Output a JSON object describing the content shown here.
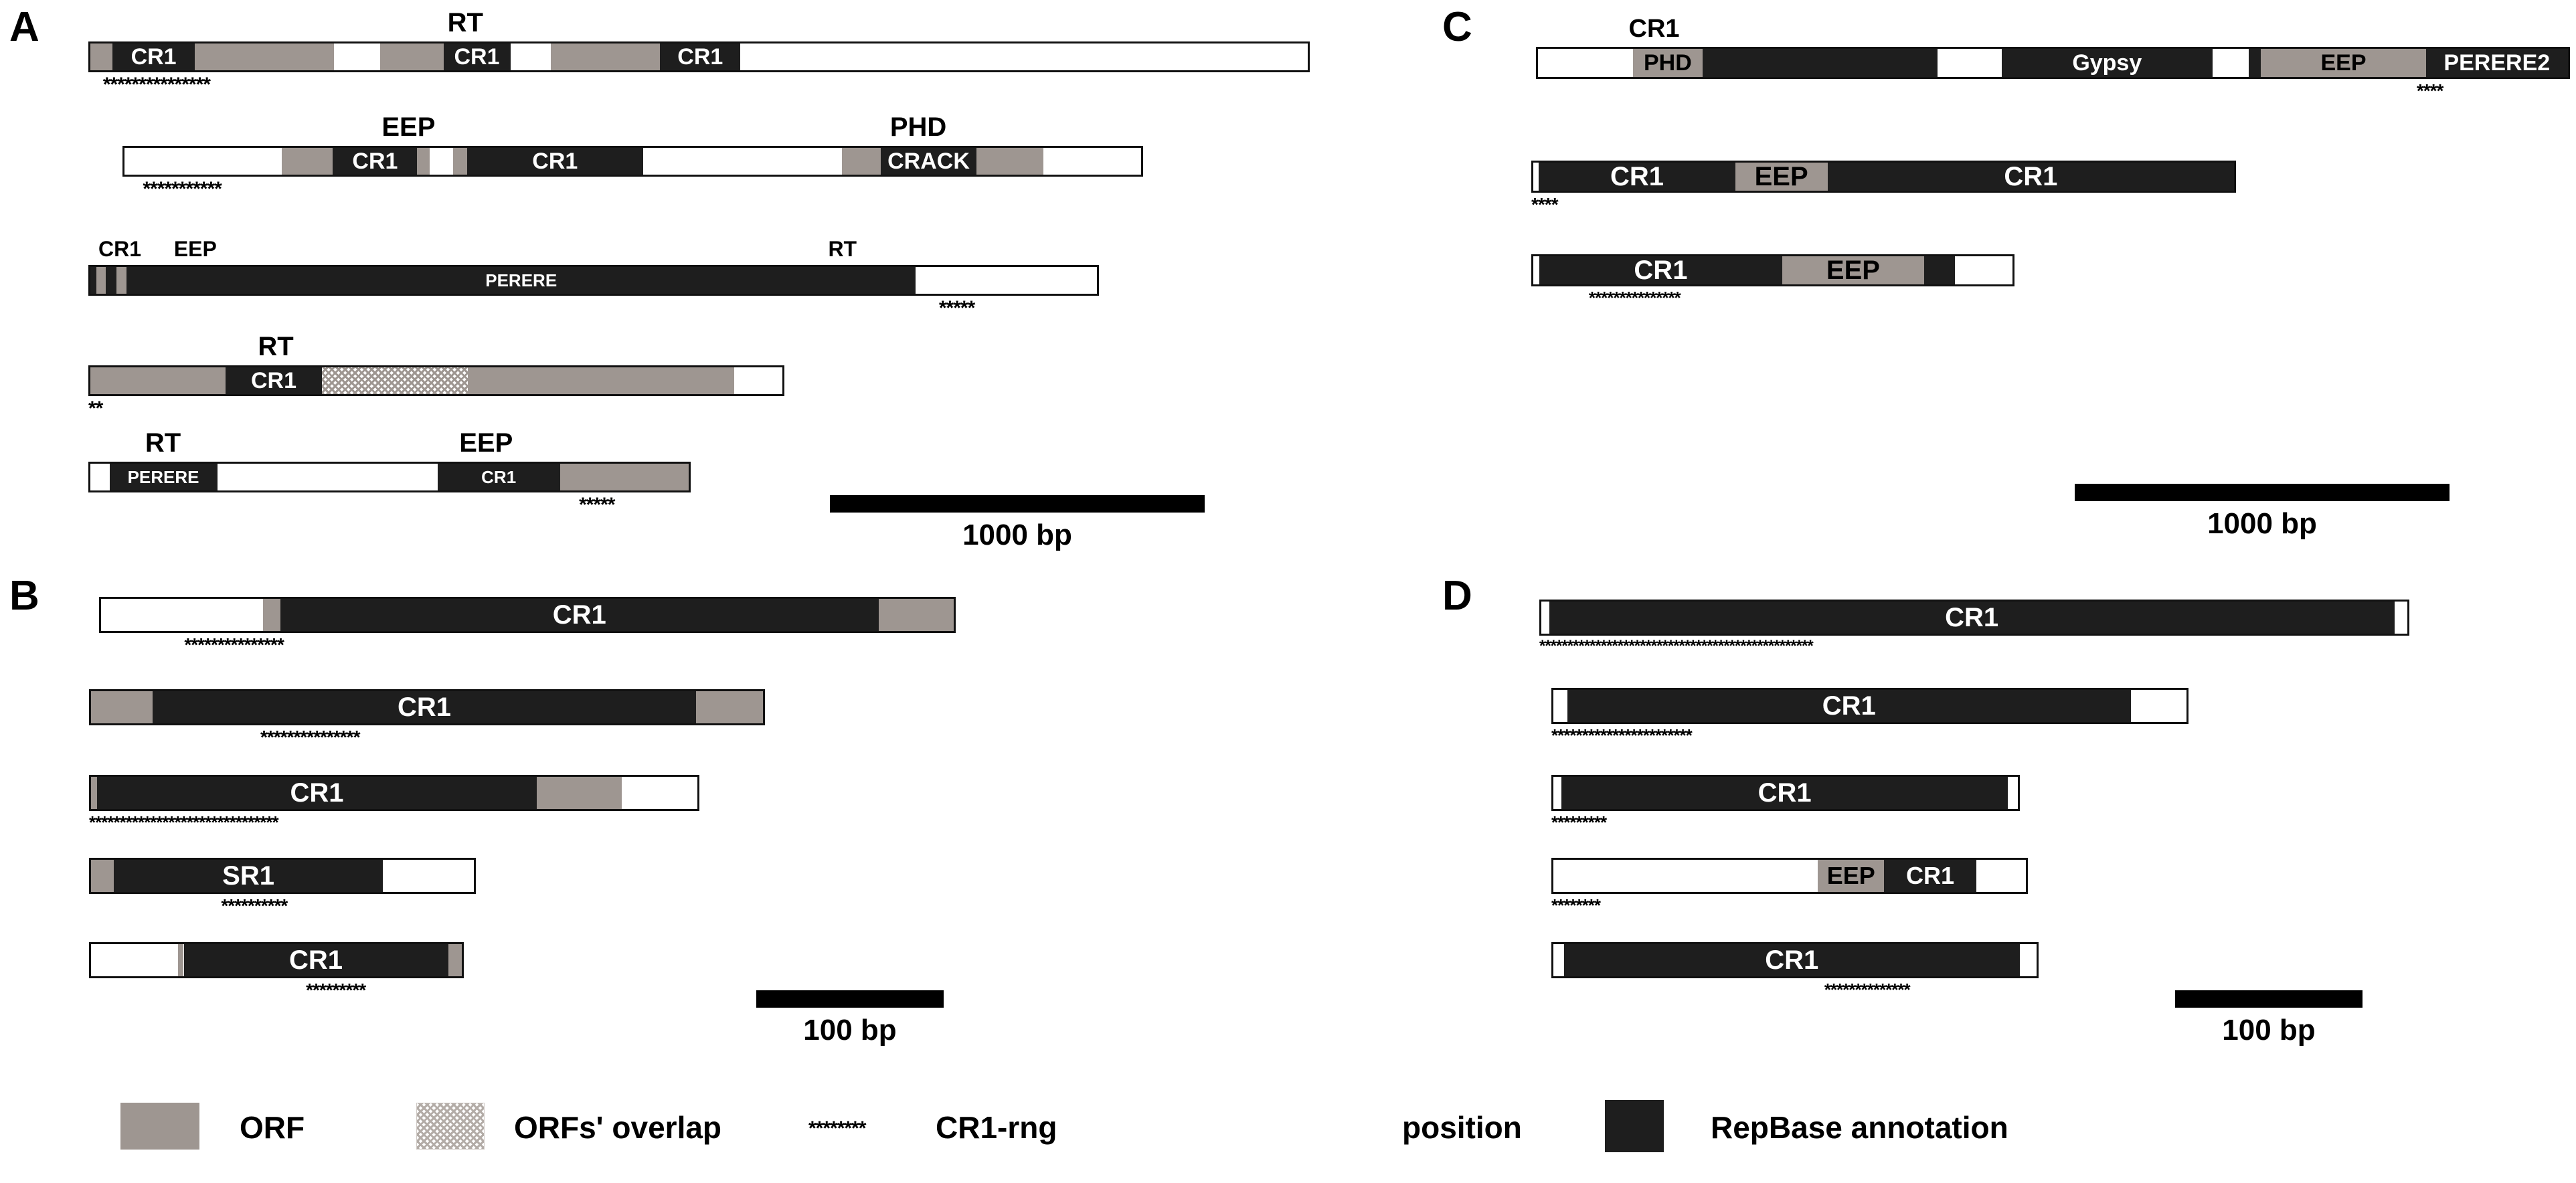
{
  "figure": {
    "type": "genomic-element-structure-diagram",
    "panels": [
      {
        "id": "A",
        "letter": "A",
        "scale": {
          "label": "1000 bp"
        },
        "elements": [
          {
            "name": "A-row-1",
            "domains": [
              {
                "label": "RT",
                "pos": 0.295
              }
            ],
            "segments": [
              {
                "kind": "gray",
                "start": 0.0,
                "end": 0.018,
                "label": ""
              },
              {
                "kind": "black",
                "start": 0.018,
                "end": 0.086,
                "label": "CR1"
              },
              {
                "kind": "gray",
                "start": 0.086,
                "end": 0.2,
                "label": ""
              },
              {
                "kind": "white",
                "start": 0.2,
                "end": 0.238,
                "label": ""
              },
              {
                "kind": "gray",
                "start": 0.238,
                "end": 0.29,
                "label": ""
              },
              {
                "kind": "black",
                "start": 0.29,
                "end": 0.345,
                "label": "CR1"
              },
              {
                "kind": "white",
                "start": 0.345,
                "end": 0.378,
                "label": ""
              },
              {
                "kind": "gray",
                "start": 0.378,
                "end": 0.468,
                "label": ""
              },
              {
                "kind": "black",
                "start": 0.468,
                "end": 0.534,
                "label": "CR1"
              },
              {
                "kind": "white",
                "start": 0.534,
                "end": 1.0,
                "label": ""
              }
            ],
            "stars": {
              "count": 15,
              "start": 0.012
            }
          },
          {
            "name": "A-row-2",
            "domains": [
              {
                "label": "EEP",
                "pos": 0.255
              },
              {
                "label": "PHD",
                "pos": 0.755
              }
            ],
            "segments": [
              {
                "kind": "white",
                "start": 0.0,
                "end": 0.155,
                "label": ""
              },
              {
                "kind": "gray",
                "start": 0.155,
                "end": 0.205,
                "label": ""
              },
              {
                "kind": "black",
                "start": 0.205,
                "end": 0.288,
                "label": "CR1"
              },
              {
                "kind": "gray",
                "start": 0.288,
                "end": 0.3,
                "label": ""
              },
              {
                "kind": "white",
                "start": 0.3,
                "end": 0.323,
                "label": ""
              },
              {
                "kind": "gray",
                "start": 0.323,
                "end": 0.337,
                "label": ""
              },
              {
                "kind": "black",
                "start": 0.337,
                "end": 0.51,
                "label": "CR1"
              },
              {
                "kind": "white",
                "start": 0.51,
                "end": 0.706,
                "label": ""
              },
              {
                "kind": "gray",
                "start": 0.706,
                "end": 0.744,
                "label": ""
              },
              {
                "kind": "black",
                "start": 0.744,
                "end": 0.838,
                "label": "CRACK"
              },
              {
                "kind": "gray",
                "start": 0.838,
                "end": 0.904,
                "label": ""
              },
              {
                "kind": "white",
                "start": 0.904,
                "end": 1.0,
                "label": ""
              }
            ],
            "stars": {
              "count": 11,
              "start": 0.02
            }
          },
          {
            "name": "A-row-3",
            "domains": [
              {
                "label": "CR1",
                "pos": 0.01
              },
              {
                "label": "EEP",
                "pos": 0.085
              },
              {
                "label": "RT",
                "pos": 0.735
              }
            ],
            "segments": [
              {
                "kind": "black",
                "start": 0.0,
                "end": 0.006,
                "label": ""
              },
              {
                "kind": "gray",
                "start": 0.006,
                "end": 0.015,
                "label": ""
              },
              {
                "kind": "black",
                "start": 0.015,
                "end": 0.026,
                "label": ""
              },
              {
                "kind": "gray",
                "start": 0.026,
                "end": 0.036,
                "label": ""
              },
              {
                "kind": "black",
                "start": 0.036,
                "end": 0.82,
                "label": "PERERE"
              },
              {
                "kind": "white",
                "start": 0.82,
                "end": 1.0,
                "label": ""
              }
            ],
            "stars": {
              "count": 5,
              "start": 0.845
            }
          },
          {
            "name": "A-row-4",
            "domains": [
              {
                "label": "RT",
                "pos": 0.245
              }
            ],
            "segments": [
              {
                "kind": "gray",
                "start": 0.0,
                "end": 0.195,
                "label": ""
              },
              {
                "kind": "black",
                "start": 0.195,
                "end": 0.335,
                "label": "CR1"
              },
              {
                "kind": "hatch",
                "start": 0.335,
                "end": 0.545,
                "label": ""
              },
              {
                "kind": "gray",
                "start": 0.545,
                "end": 0.93,
                "label": ""
              },
              {
                "kind": "white",
                "start": 0.93,
                "end": 1.0,
                "label": ""
              }
            ],
            "stars": {
              "count": 2,
              "start": 0.0
            }
          },
          {
            "name": "A-row-5",
            "domains": [
              {
                "label": "RT",
                "pos": 0.095
              },
              {
                "label": "EEP",
                "pos": 0.62
              }
            ],
            "segments": [
              {
                "kind": "white",
                "start": 0.0,
                "end": 0.032,
                "label": ""
              },
              {
                "kind": "black",
                "start": 0.032,
                "end": 0.212,
                "label": "PERERE"
              },
              {
                "kind": "white",
                "start": 0.212,
                "end": 0.58,
                "label": ""
              },
              {
                "kind": "black",
                "start": 0.58,
                "end": 0.785,
                "label": "CR1"
              },
              {
                "kind": "gray",
                "start": 0.785,
                "end": 1.0,
                "label": ""
              }
            ],
            "stars": {
              "count": 5,
              "start": 0.82
            }
          }
        ]
      },
      {
        "id": "B",
        "letter": "B",
        "scale": {
          "label": "100 bp"
        },
        "elements": [
          {
            "name": "B-row-1",
            "domains": [],
            "segments": [
              {
                "kind": "white",
                "start": 0.0,
                "end": 0.19,
                "label": ""
              },
              {
                "kind": "gray",
                "start": 0.19,
                "end": 0.21,
                "label": ""
              },
              {
                "kind": "black",
                "start": 0.21,
                "end": 0.912,
                "label": "CR1"
              },
              {
                "kind": "gray",
                "start": 0.912,
                "end": 1.0,
                "label": ""
              }
            ],
            "stars": {
              "count": 15,
              "start": 0.1
            }
          },
          {
            "name": "B-row-2",
            "domains": [],
            "segments": [
              {
                "kind": "gray",
                "start": 0.0,
                "end": 0.092,
                "label": ""
              },
              {
                "kind": "black",
                "start": 0.092,
                "end": 0.9,
                "label": "CR1"
              },
              {
                "kind": "gray",
                "start": 0.9,
                "end": 1.0,
                "label": ""
              }
            ],
            "stars": {
              "count": 15,
              "start": 0.255
            }
          },
          {
            "name": "B-row-3",
            "domains": [],
            "segments": [
              {
                "kind": "gray",
                "start": 0.0,
                "end": 0.01,
                "label": ""
              },
              {
                "kind": "black",
                "start": 0.01,
                "end": 0.735,
                "label": "CR1"
              },
              {
                "kind": "gray",
                "start": 0.735,
                "end": 0.875,
                "label": ""
              },
              {
                "kind": "white",
                "start": 0.875,
                "end": 1.0,
                "label": ""
              }
            ],
            "stars": {
              "count": 31,
              "start": 0.0
            }
          },
          {
            "name": "B-row-4",
            "domains": [],
            "segments": [
              {
                "kind": "gray",
                "start": 0.0,
                "end": 0.06,
                "label": ""
              },
              {
                "kind": "black",
                "start": 0.06,
                "end": 0.762,
                "label": "SR1"
              },
              {
                "kind": "white",
                "start": 0.762,
                "end": 1.0,
                "label": ""
              }
            ],
            "stars": {
              "count": 10,
              "start": 0.345
            }
          },
          {
            "name": "B-row-5",
            "domains": [],
            "segments": [
              {
                "kind": "white",
                "start": 0.0,
                "end": 0.235,
                "label": ""
              },
              {
                "kind": "gray",
                "start": 0.235,
                "end": 0.25,
                "label": ""
              },
              {
                "kind": "black",
                "start": 0.25,
                "end": 0.963,
                "label": "CR1"
              },
              {
                "kind": "gray",
                "start": 0.963,
                "end": 1.0,
                "label": ""
              }
            ],
            "stars": {
              "count": 9,
              "start": 0.585
            }
          }
        ]
      },
      {
        "id": "C",
        "letter": "C",
        "scale": {
          "label": "1000 bp"
        },
        "elements": [
          {
            "name": "C-row-1",
            "domains": [
              {
                "label": "CR1",
                "pos": 0.09
              }
            ],
            "segments": [
              {
                "kind": "white",
                "start": 0.0,
                "end": 0.092,
                "label": ""
              },
              {
                "kind": "gray",
                "start": 0.092,
                "end": 0.16,
                "label": "PHD"
              },
              {
                "kind": "black",
                "start": 0.16,
                "end": 0.388,
                "label": ""
              },
              {
                "kind": "white",
                "start": 0.388,
                "end": 0.45,
                "label": ""
              },
              {
                "kind": "black",
                "start": 0.45,
                "end": 0.655,
                "label": "Gypsy"
              },
              {
                "kind": "white",
                "start": 0.655,
                "end": 0.69,
                "label": ""
              },
              {
                "kind": "black",
                "start": 0.69,
                "end": 0.702,
                "label": ""
              },
              {
                "kind": "gray",
                "start": 0.702,
                "end": 0.862,
                "label": "EEP"
              },
              {
                "kind": "black",
                "start": 0.862,
                "end": 1.0,
                "label": "PERERE2"
              }
            ],
            "stars": {
              "count": 4,
              "start": 0.855
            }
          },
          {
            "name": "C-row-2",
            "domains": [],
            "segments": [
              {
                "kind": "white",
                "start": 0.0,
                "end": 0.008,
                "label": ""
              },
              {
                "kind": "black",
                "start": 0.008,
                "end": 0.288,
                "label": "CR1"
              },
              {
                "kind": "gray",
                "start": 0.288,
                "end": 0.42,
                "label": "EEP"
              },
              {
                "kind": "black",
                "start": 0.42,
                "end": 1.0,
                "label": "CR1"
              }
            ],
            "stars": {
              "count": 4,
              "start": 0.0
            }
          },
          {
            "name": "C-row-3",
            "domains": [],
            "segments": [
              {
                "kind": "white",
                "start": 0.0,
                "end": 0.012,
                "label": ""
              },
              {
                "kind": "black",
                "start": 0.012,
                "end": 0.52,
                "label": "CR1"
              },
              {
                "kind": "gray",
                "start": 0.52,
                "end": 0.815,
                "label": "EEP"
              },
              {
                "kind": "black",
                "start": 0.815,
                "end": 0.88,
                "label": ""
              },
              {
                "kind": "white",
                "start": 0.88,
                "end": 1.0,
                "label": ""
              }
            ],
            "stars": {
              "count": 15,
              "start": 0.12
            }
          }
        ]
      },
      {
        "id": "D",
        "letter": "D",
        "scale": {
          "label": "100 bp"
        },
        "elements": [
          {
            "name": "D-row-1",
            "domains": [],
            "segments": [
              {
                "kind": "white",
                "start": 0.0,
                "end": 0.009,
                "label": ""
              },
              {
                "kind": "black",
                "start": 0.009,
                "end": 0.985,
                "label": "CR1"
              },
              {
                "kind": "white",
                "start": 0.985,
                "end": 1.0,
                "label": ""
              }
            ],
            "stars": {
              "count": 49,
              "start": 0.0
            }
          },
          {
            "name": "D-row-2",
            "domains": [],
            "segments": [
              {
                "kind": "white",
                "start": 0.0,
                "end": 0.022,
                "label": ""
              },
              {
                "kind": "black",
                "start": 0.022,
                "end": 0.912,
                "label": "CR1"
              },
              {
                "kind": "white",
                "start": 0.912,
                "end": 1.0,
                "label": ""
              }
            ],
            "stars": {
              "count": 23,
              "start": 0.0
            }
          },
          {
            "name": "D-row-3",
            "domains": [],
            "segments": [
              {
                "kind": "white",
                "start": 0.0,
                "end": 0.018,
                "label": ""
              },
              {
                "kind": "black",
                "start": 0.018,
                "end": 0.978,
                "label": "CR1"
              },
              {
                "kind": "white",
                "start": 0.978,
                "end": 1.0,
                "label": ""
              }
            ],
            "stars": {
              "count": 9,
              "start": 0.0
            }
          },
          {
            "name": "D-row-4",
            "domains": [],
            "segments": [
              {
                "kind": "white",
                "start": 0.0,
                "end": 0.56,
                "label": ""
              },
              {
                "kind": "gray",
                "start": 0.56,
                "end": 0.7,
                "label": "EEP"
              },
              {
                "kind": "black",
                "start": 0.7,
                "end": 0.895,
                "label": "CR1"
              },
              {
                "kind": "white",
                "start": 0.895,
                "end": 1.0,
                "label": ""
              }
            ],
            "stars": {
              "count": 8,
              "start": 0.0
            }
          },
          {
            "name": "D-row-5",
            "domains": [],
            "segments": [
              {
                "kind": "white",
                "start": 0.0,
                "end": 0.022,
                "label": ""
              },
              {
                "kind": "black",
                "start": 0.022,
                "end": 0.965,
                "label": "CR1"
              },
              {
                "kind": "white",
                "start": 0.965,
                "end": 1.0,
                "label": ""
              }
            ],
            "stars": {
              "count": 14,
              "start": 0.565
            }
          }
        ]
      }
    ]
  },
  "legend": {
    "orf_label": "ORF",
    "overlap_label": "ORFs' overlap",
    "stars_glyphs": "********",
    "cr1rng_label": "CR1-rng",
    "position_label": "position",
    "repbase_label": "RepBase annotation"
  },
  "colors": {
    "orf_gray": "#9e9691",
    "repbase_black": "#1e1e1e",
    "background": "#ffffff",
    "outline": "#111111"
  }
}
